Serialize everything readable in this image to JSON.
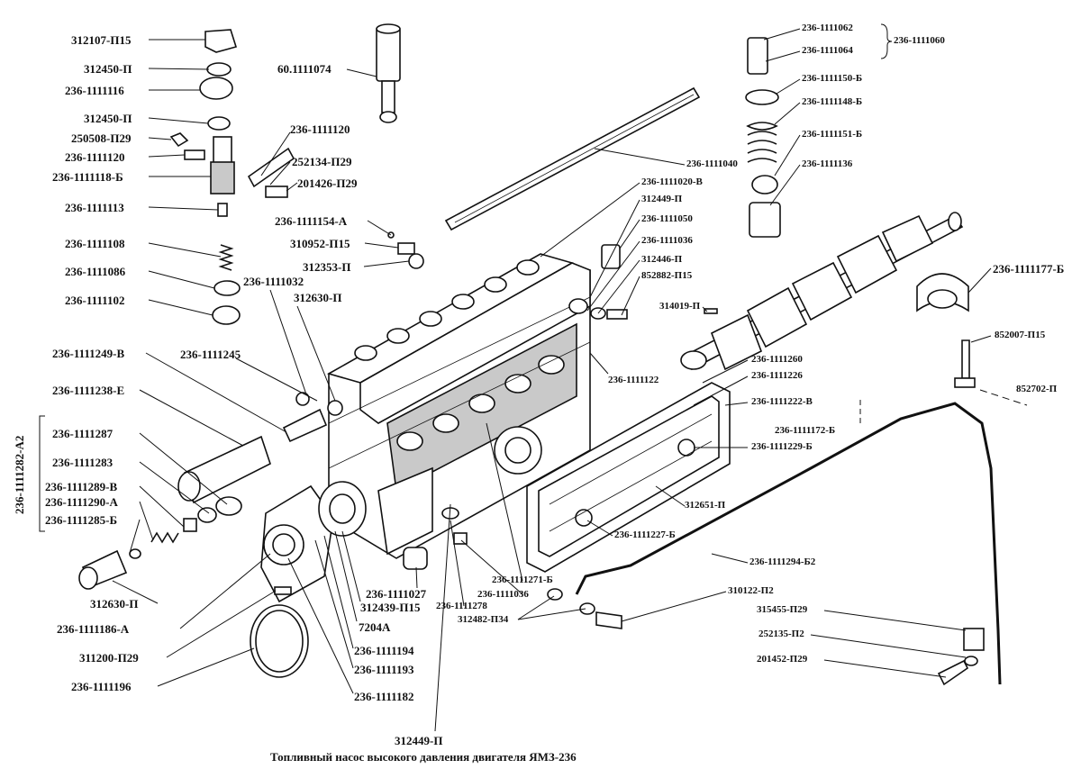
{
  "caption": "Топливный насос высокого давления  двигателя ЯМЗ-236",
  "group_label": "236-1111282-А2",
  "labels": [
    {
      "id": "l01",
      "text": "312107-П15"
    },
    {
      "id": "l02",
      "text": "312450-П"
    },
    {
      "id": "l03",
      "text": "236-1111116"
    },
    {
      "id": "l04",
      "text": "312450-П"
    },
    {
      "id": "l05",
      "text": "250508-П29"
    },
    {
      "id": "l06",
      "text": "236-1111120"
    },
    {
      "id": "l07",
      "text": "236-1111118-Б"
    },
    {
      "id": "l08",
      "text": "236-1111113"
    },
    {
      "id": "l09",
      "text": "236-1111108"
    },
    {
      "id": "l10",
      "text": "236-1111086"
    },
    {
      "id": "l11",
      "text": "236-1111102"
    },
    {
      "id": "l12",
      "text": "60.1111074"
    },
    {
      "id": "l13",
      "text": "236-1111120"
    },
    {
      "id": "l14",
      "text": "252134-П29"
    },
    {
      "id": "l15",
      "text": "201426-П29"
    },
    {
      "id": "l16",
      "text": "236-1111154-А"
    },
    {
      "id": "l17",
      "text": "310952-П15"
    },
    {
      "id": "l18",
      "text": "312353-П"
    },
    {
      "id": "l19",
      "text": "236-1111032"
    },
    {
      "id": "l20",
      "text": "312630-П"
    },
    {
      "id": "l21",
      "text": "236-1111249-В"
    },
    {
      "id": "l22",
      "text": "236-1111245"
    },
    {
      "id": "l23",
      "text": "236-1111238-Е"
    },
    {
      "id": "l24",
      "text": "236-1111287"
    },
    {
      "id": "l25",
      "text": "236-1111283"
    },
    {
      "id": "l26",
      "text": "236-1111289-В"
    },
    {
      "id": "l27",
      "text": "236-1111290-А"
    },
    {
      "id": "l28",
      "text": "236-1111285-Б"
    },
    {
      "id": "l29",
      "text": "312630-П"
    },
    {
      "id": "l30",
      "text": "236-1111186-А"
    },
    {
      "id": "l31",
      "text": "311200-П29"
    },
    {
      "id": "l32",
      "text": "236-1111196"
    },
    {
      "id": "l33",
      "text": "236-1111062"
    },
    {
      "id": "l34",
      "text": "236-1111064"
    },
    {
      "id": "l35",
      "text": "236-1111060"
    },
    {
      "id": "l36",
      "text": "236-1111150-Б"
    },
    {
      "id": "l37",
      "text": "236-1111148-Б"
    },
    {
      "id": "l38",
      "text": "236-1111151-Б"
    },
    {
      "id": "l39",
      "text": "236-1111136"
    },
    {
      "id": "l40",
      "text": "236-1111040"
    },
    {
      "id": "l41",
      "text": "236-1111020-В"
    },
    {
      "id": "l42",
      "text": "312449-П"
    },
    {
      "id": "l43",
      "text": "236-1111050"
    },
    {
      "id": "l44",
      "text": "236-1111036"
    },
    {
      "id": "l45",
      "text": "312446-П"
    },
    {
      "id": "l46",
      "text": "852882-П15"
    },
    {
      "id": "l47",
      "text": "314019-П"
    },
    {
      "id": "l48",
      "text": "236-1111177-Б"
    },
    {
      "id": "l49",
      "text": "852007-П15"
    },
    {
      "id": "l50",
      "text": "852702-П"
    },
    {
      "id": "l51",
      "text": "236-1111122"
    },
    {
      "id": "l52",
      "text": "236-1111260"
    },
    {
      "id": "l53",
      "text": "236-1111226"
    },
    {
      "id": "l54",
      "text": "236-1111222-В"
    },
    {
      "id": "l55",
      "text": "236-1111172-Б"
    },
    {
      "id": "l56",
      "text": "236-1111229-Б"
    },
    {
      "id": "l57",
      "text": "312651-П"
    },
    {
      "id": "l58",
      "text": "236-1111227-Б"
    },
    {
      "id": "l59",
      "text": "236-1111294-Б2"
    },
    {
      "id": "l60",
      "text": "236-1111271-Б"
    },
    {
      "id": "l61",
      "text": "236-1111036"
    },
    {
      "id": "l62",
      "text": "236-1111278"
    },
    {
      "id": "l63",
      "text": "312482-П34"
    },
    {
      "id": "l64",
      "text": "310122-П2"
    },
    {
      "id": "l65",
      "text": "315455-П29"
    },
    {
      "id": "l66",
      "text": "252135-П2"
    },
    {
      "id": "l67",
      "text": "201452-П29"
    },
    {
      "id": "l68",
      "text": "236-1111027"
    },
    {
      "id": "l69",
      "text": "312439-П15"
    },
    {
      "id": "l70",
      "text": "7204А"
    },
    {
      "id": "l71",
      "text": "236-1111194"
    },
    {
      "id": "l72",
      "text": "236-1111193"
    },
    {
      "id": "l73",
      "text": "236-1111182"
    },
    {
      "id": "l74",
      "text": "312449-П"
    }
  ]
}
